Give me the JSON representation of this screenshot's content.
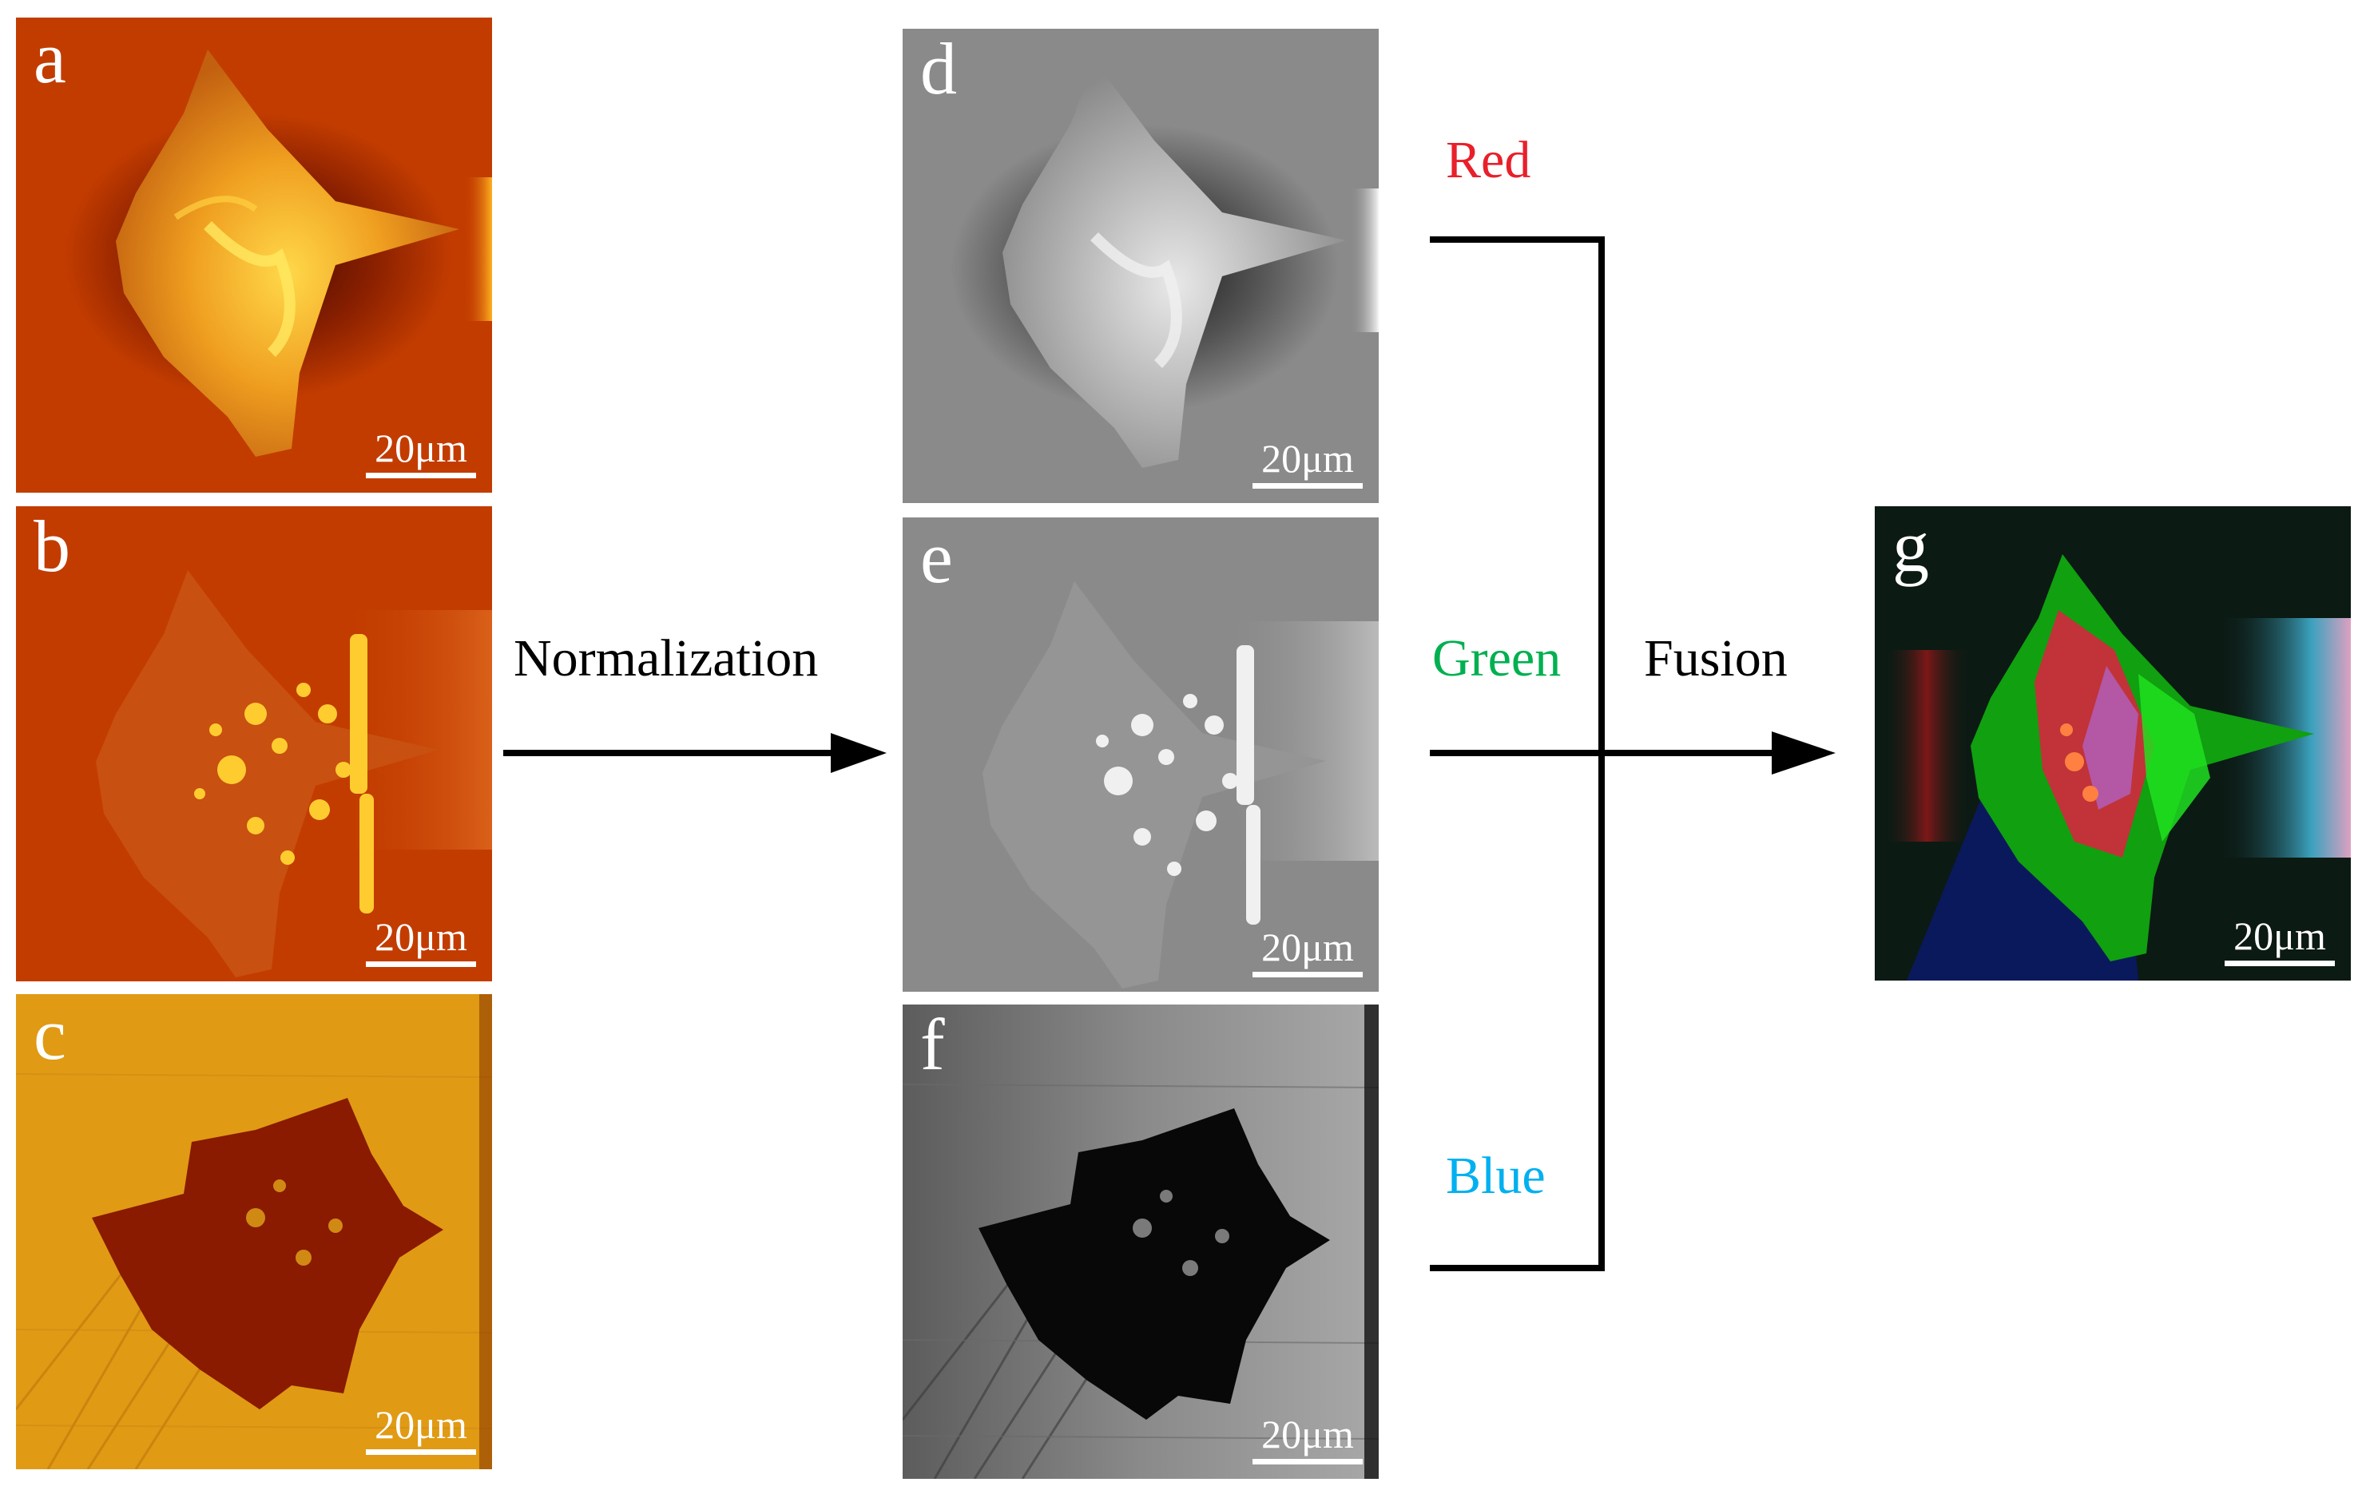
{
  "colors": {
    "red_label": "#e8202a",
    "green_label": "#00b050",
    "blue_label": "#00b0f0",
    "panel_orange": "#c23c00",
    "panel_yellow": "#e09a14",
    "panel_gray": "#8a8a8a",
    "arrow": "#000000"
  },
  "panels": {
    "a": {
      "letter": "a",
      "scale": "20μm"
    },
    "b": {
      "letter": "b",
      "scale": "20μm"
    },
    "c": {
      "letter": "c",
      "scale": "20μm"
    },
    "d": {
      "letter": "d",
      "scale": "20μm"
    },
    "e": {
      "letter": "e",
      "scale": "20μm"
    },
    "f": {
      "letter": "f",
      "scale": "20μm"
    },
    "g": {
      "letter": "g",
      "scale": "20μm"
    }
  },
  "labels": {
    "normalization": "Normalization",
    "red": "Red",
    "green": "Green",
    "blue": "Blue",
    "fusion": "Fusion"
  }
}
